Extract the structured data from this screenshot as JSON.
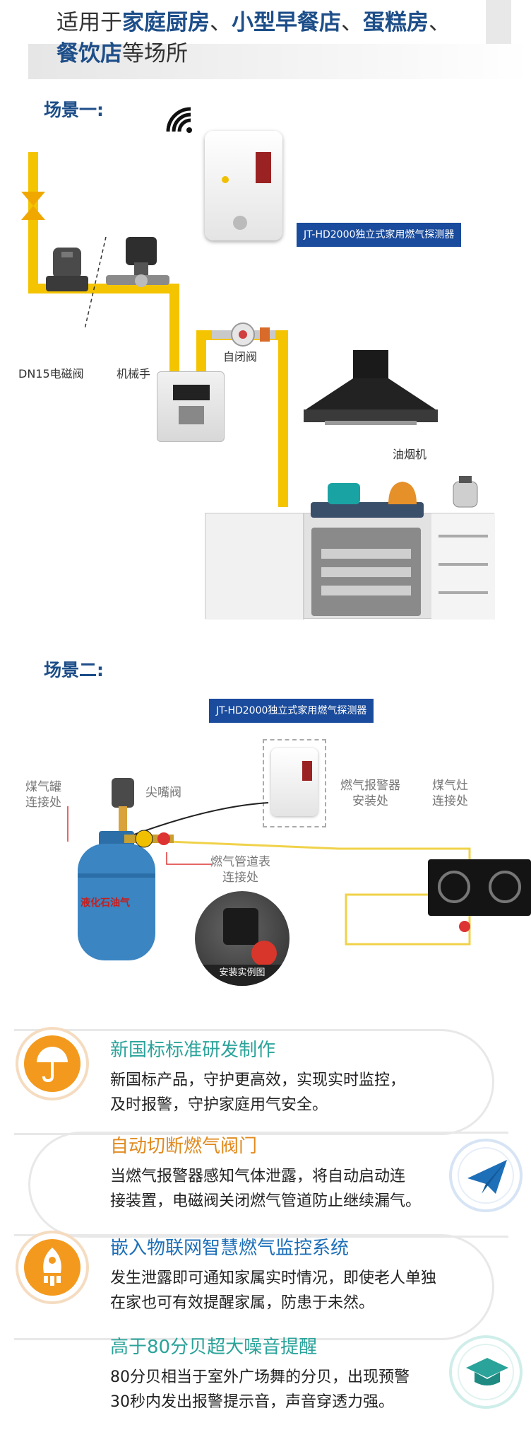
{
  "header": {
    "prefix": "适用于",
    "p1": "家庭厨房",
    "sep1": "、",
    "p2": "小型早餐店",
    "sep2": "、",
    "p3": "蛋糕房",
    "sep3": "、",
    "p4": "餐饮店",
    "suffix": "等场所"
  },
  "scene1": {
    "title": "场景一:",
    "detector_tag": "JT-HD2000独立式家用燃气探测器",
    "labels": {
      "solenoid": "DN15电磁阀",
      "manipulator": "机械手",
      "self_closing": "自闭阀",
      "range_hood": "油烟机"
    }
  },
  "scene2": {
    "title": "场景二:",
    "detector_tag": "JT-HD2000独立式家用燃气探测器",
    "labels": {
      "tank_conn_1": "煤气罐",
      "tank_conn_2": "连接处",
      "nozzle_valve": "尖嘴阀",
      "alarm_1": "燃气报警器",
      "alarm_2": "安装处",
      "stove_1": "煤气灶",
      "stove_2": "连接处",
      "meter_1": "燃气管道表",
      "meter_2": "连接处",
      "install_photo": "安装实例图",
      "tank_text": "液化石油气"
    }
  },
  "features": [
    {
      "title": "新国标标准研发制作",
      "color": "#2aa39a",
      "lines": [
        "新国标产品，守护更高效，实现实时监控，",
        "及时报警，守护家庭用气安全。"
      ],
      "icon": "umbrella-icon"
    },
    {
      "title": "自动切断燃气阀门",
      "color": "#e08a1e",
      "lines": [
        "当燃气报警器感知气体泄露，将自动启动连",
        "接装置，电磁阀关闭燃气管道防止继续漏气。"
      ],
      "icon": "paper-plane-icon"
    },
    {
      "title": "嵌入物联网智慧燃气监控系统",
      "color": "#1d6fb8",
      "lines": [
        "发生泄露即可通知家属实时情况，即使老人单独",
        "在家也可有效提醒家属，防患于未然。"
      ],
      "icon": "rocket-icon"
    },
    {
      "title": "高于80分贝超大噪音提醒",
      "color": "#2aa39a",
      "lines": [
        "80分贝相当于室外广场舞的分贝，出现预警",
        "30秒内发出报警提示音，声音穿透力强。"
      ],
      "icon": "graduation-cap-icon"
    }
  ],
  "colors": {
    "brand_blue": "#1d4e89",
    "tag_blue": "#1a4b9c",
    "pipe_yellow": "#f5c400",
    "orange": "#f39a1e",
    "teal": "#2aa39a"
  }
}
